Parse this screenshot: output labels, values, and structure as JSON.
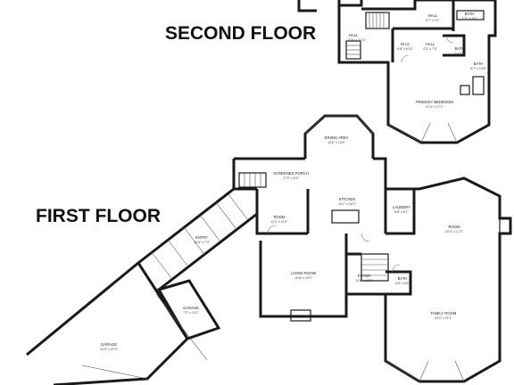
{
  "floors": {
    "second": {
      "title": "SECOND FLOOR",
      "rooms": [
        {
          "name": "HALL",
          "dims": "10'9\" x 11'11\""
        },
        {
          "name": "HALL",
          "dims": "8'7\" x 4'1\""
        },
        {
          "name": "BATH",
          "dims": "7'11\" x 5'0\""
        },
        {
          "name": "W.I.C",
          "dims": "6'8\" x 6'10\""
        },
        {
          "name": "HALL",
          "dims": "4'3\" x 7'6\""
        },
        {
          "name": "BATH",
          "dims": "7' x 5'5\""
        },
        {
          "name": "BATH",
          "dims": "6'2\" x 14'6\""
        },
        {
          "name": "PRIMARY BEDROOM",
          "dims": "21'0\" x 17'2\""
        }
      ]
    },
    "first": {
      "title": "FIRST FLOOR",
      "rooms": [
        {
          "name": "DINING AREA",
          "dims": "10'6\" x 10'4\""
        },
        {
          "name": "SCREENED PORCH",
          "dims": "17'0\" x 6'9\""
        },
        {
          "name": "KITCHEN",
          "dims": "13'1\" x 16'2\""
        },
        {
          "name": "LAUNDRY",
          "dims": "5'8\" x 8'7\""
        },
        {
          "name": "ROOM",
          "dims": "11'3\" x 11'5\""
        },
        {
          "name": "ROOM",
          "dims": "23'4\" x 17'2\""
        },
        {
          "name": "ENTRY",
          "dims": "20'8\" x 7'3\""
        },
        {
          "name": "LIVING ROOM",
          "dims": "16'8\" x 15'4\""
        },
        {
          "name": "FOYER",
          "dims": "12'8\" x 10'9\""
        },
        {
          "name": "BATH",
          "dims": "5'8\" x 5'6\""
        },
        {
          "name": "FAMILY ROOM",
          "dims": "23'0\" x 21'1\""
        },
        {
          "name": "GARAGE",
          "dims": "7'2\" x 13'1\""
        },
        {
          "name": "GARAGE",
          "dims": "31'0\" x 21'5\""
        }
      ]
    }
  }
}
